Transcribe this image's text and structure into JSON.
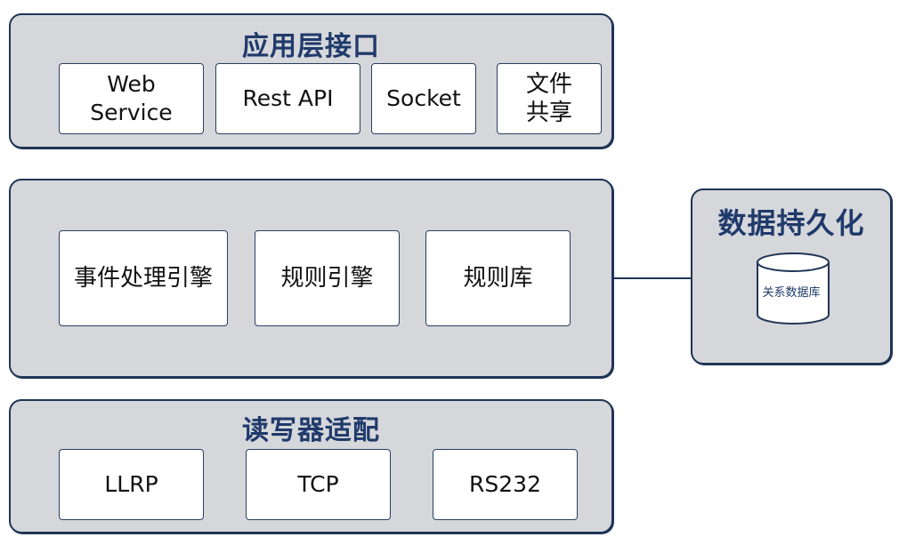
{
  "top_layer": {
    "title": "应用层接口",
    "boxes": [
      "Web\nService",
      "Rest API",
      "Socket",
      "文件\n共享"
    ]
  },
  "middle_layer": {
    "boxes": [
      "事件处理引擎",
      "规则引擎",
      "规则库"
    ]
  },
  "bottom_layer": {
    "title": "读写器适配",
    "boxes": [
      "LLRP",
      "TCP",
      "RS232"
    ]
  },
  "persistence": {
    "title": "数据持久化",
    "db_label": "关系数据库"
  },
  "colors": {
    "border": "#1f3556",
    "layer_fill": "#d6d7db",
    "title_text": "#1f3a6b",
    "box_fill": "#ffffff"
  }
}
